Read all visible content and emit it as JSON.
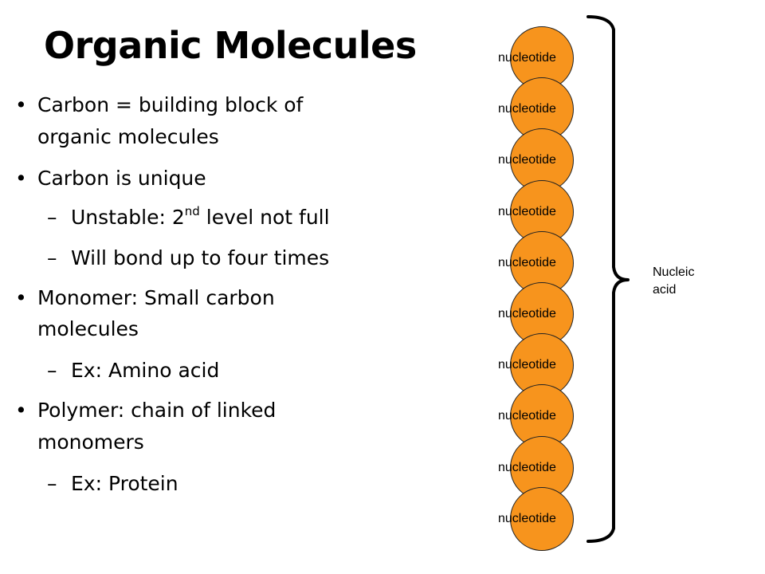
{
  "slide": {
    "title": "Organic Molecules",
    "bullet_marker": "•",
    "sub_marker": "–",
    "bullets": [
      {
        "level": 1,
        "line": "Carbon = building block of"
      },
      {
        "level": 1,
        "line": "organic molecules",
        "continuation": true
      },
      {
        "level": 1,
        "line": "Carbon is unique"
      },
      {
        "level": 2,
        "line_before_sup": "Unstable: 2",
        "sup": "nd",
        "line_after_sup": " level not full"
      },
      {
        "level": 2,
        "line": "Will bond up to four times"
      },
      {
        "level": 1,
        "line": "Monomer: Small carbon"
      },
      {
        "level": 1,
        "line": "molecules",
        "continuation": true
      },
      {
        "level": 2,
        "line": "Ex: Amino acid"
      },
      {
        "level": 1,
        "line": "Polymer: chain of linked"
      },
      {
        "level": 1,
        "line": "monomers",
        "continuation": true
      },
      {
        "level": 2,
        "line": "Ex: Protein"
      }
    ]
  },
  "diagram": {
    "nucleotide_label": "nucleotide",
    "nucleotide_count": 10,
    "nucleotide_color": "#f7941d",
    "group_label": "Nucleic\nacid"
  }
}
